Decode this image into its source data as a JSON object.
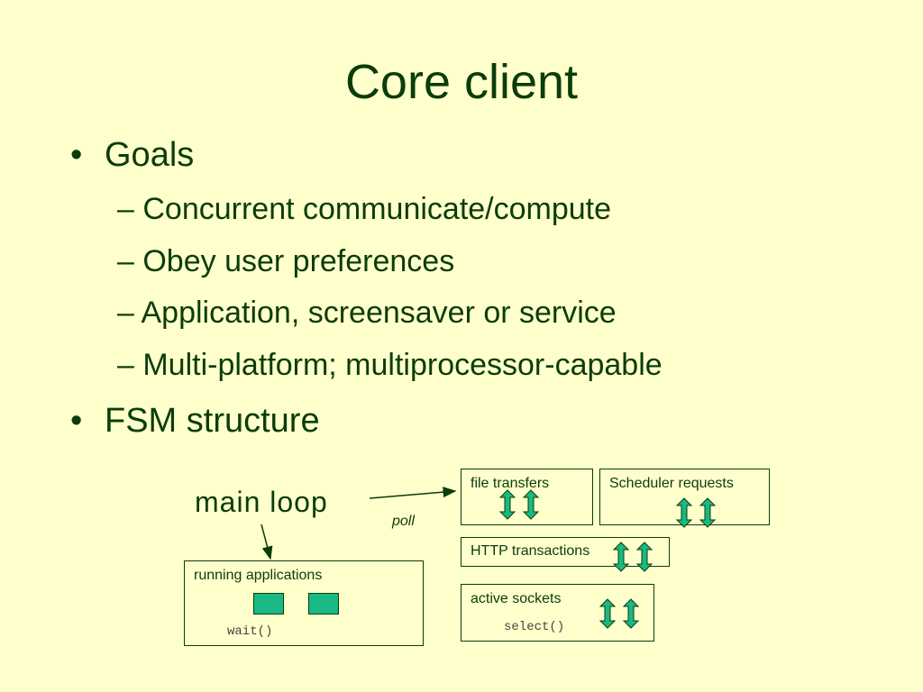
{
  "slide": {
    "title": "Core client",
    "bullets": [
      {
        "text": "Goals",
        "subs": [
          "Concurrent communicate/compute",
          "Obey user preferences",
          "Application, screensaver or service",
          "Multi-platform; multiprocessor-capable"
        ]
      },
      {
        "text": "FSM structure"
      }
    ],
    "bullet_glyph": "•",
    "sub_prefix": "– "
  },
  "diagram": {
    "main_loop": "main loop",
    "poll": "poll",
    "boxes": {
      "file_transfers": "file transfers",
      "scheduler_requests": "Scheduler requests",
      "http_transactions": "HTTP transactions",
      "active_sockets": "active sockets",
      "active_sockets_call": "select()",
      "running_applications": "running applications",
      "running_applications_call": "wait()"
    },
    "colors": {
      "background": "#ffffcc",
      "text": "#0a3d0a",
      "accent": "#1ab884"
    },
    "icons": [
      "double-arrow-icon",
      "app-square-icon"
    ]
  }
}
